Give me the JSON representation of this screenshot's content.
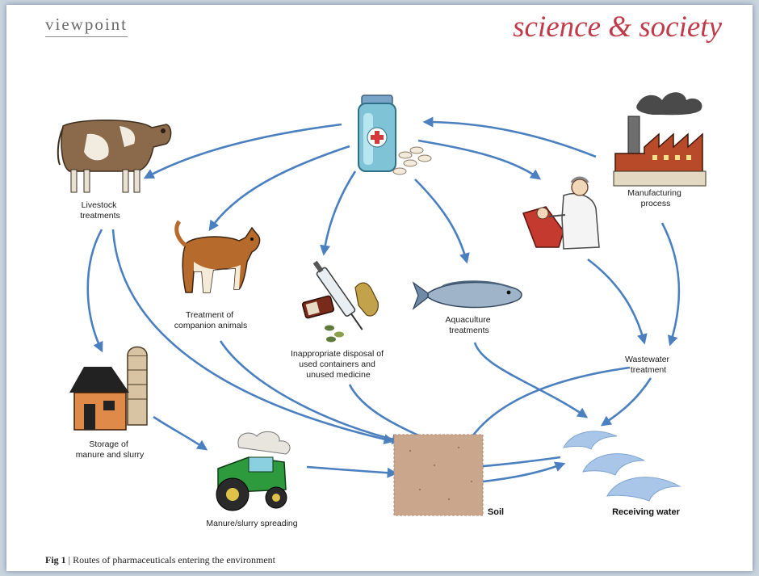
{
  "header": {
    "section": "viewpoint",
    "journal_section": "science & society"
  },
  "nodes": {
    "medicine": {
      "icon": "medicine-bottle-icon"
    },
    "livestock": {
      "label": [
        "Livestock",
        "treatments"
      ],
      "icon": "cow-icon"
    },
    "companion": {
      "label": [
        "Treatment of",
        "companion animals"
      ],
      "icon": "dog-icon"
    },
    "disposal": {
      "label": [
        "Inappropriate disposal of",
        "used containers and",
        "unused medicine"
      ],
      "icon": "syringe-icon"
    },
    "aquaculture": {
      "label": [
        "Aquaculture",
        "treatments"
      ],
      "icon": "fish-icon"
    },
    "manufacturing": {
      "label": [
        "Manufacturing",
        "process"
      ],
      "icon": "factory-icon"
    },
    "dentist": {
      "icon": "dentist-icon"
    },
    "wastewater": {
      "label": [
        "Wastewater",
        "treatment"
      ]
    },
    "storage": {
      "label": [
        "Storage of",
        "manure and slurry"
      ],
      "icon": "barn-icon"
    },
    "spreading": {
      "label": [
        "Manure/slurry spreading"
      ],
      "icon": "tractor-icon"
    },
    "soil": {
      "label": [
        "Soil"
      ]
    },
    "water": {
      "label": [
        "Receiving water"
      ],
      "icon": "wave-icon"
    }
  },
  "caption": {
    "fig": "Fig 1",
    "sep": "|",
    "text": "Routes of pharmaceuticals entering the environment"
  },
  "colors": {
    "arrow": "#4a7fc0",
    "soil": "#c9a68c",
    "water": "#a9c6e8",
    "accent": "#c23a4a"
  }
}
